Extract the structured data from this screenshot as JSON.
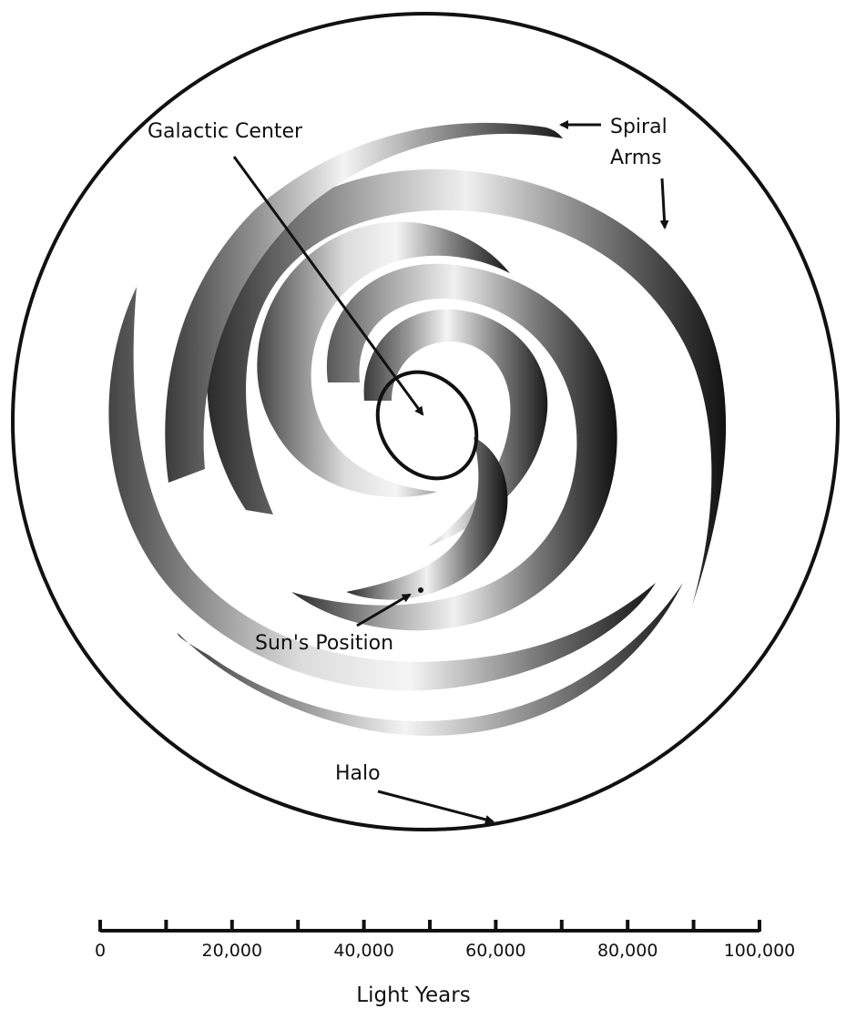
{
  "labels": {
    "galactic_center": "Galactic Center",
    "spiral_line1": "Spiral",
    "spiral_line2": "Arms",
    "sun_position": "Sun's Position",
    "halo": "Halo"
  },
  "scale_bar": {
    "title": "Light Years",
    "tick_labels": [
      "0",
      "20,000",
      "40,000",
      "60,000",
      "80,000",
      "100,000"
    ],
    "tick_values": [
      0,
      10000,
      20000,
      30000,
      40000,
      50000,
      60000,
      70000,
      80000,
      90000,
      100000
    ],
    "range": [
      0,
      100000
    ]
  },
  "colors": {
    "ink": "#111111",
    "arm_dark": "#1a1a1a",
    "arm_light": "#f2f2f2",
    "background": "#ffffff"
  }
}
